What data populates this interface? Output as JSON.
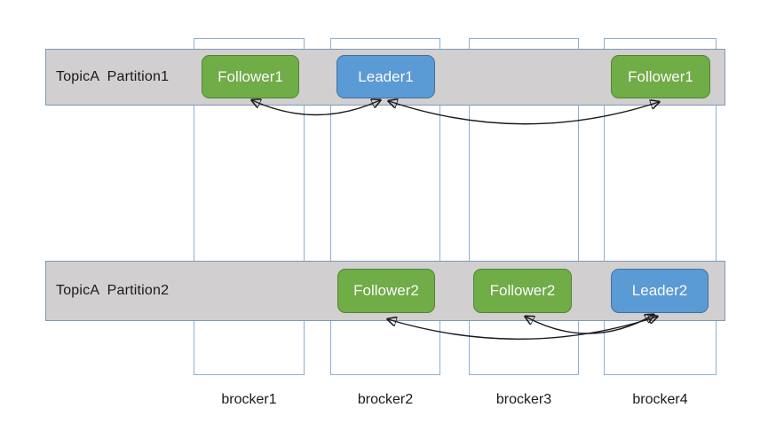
{
  "diagram": {
    "partitions": [
      {
        "label": "TopicA  Partition1"
      },
      {
        "label": "TopicA  Partition2"
      }
    ],
    "brokers": [
      {
        "label": "brocker1"
      },
      {
        "label": "brocker2"
      },
      {
        "label": "brocker3"
      },
      {
        "label": "brocker4"
      }
    ],
    "replicas": [
      {
        "label": "Follower1",
        "role": "follower",
        "partition": "TopicA Partition1",
        "broker": "brocker1"
      },
      {
        "label": "Leader1",
        "role": "leader",
        "partition": "TopicA Partition1",
        "broker": "brocker2"
      },
      {
        "label": "Follower1",
        "role": "follower",
        "partition": "TopicA Partition1",
        "broker": "brocker4"
      },
      {
        "label": "Follower2",
        "role": "follower",
        "partition": "TopicA Partition2",
        "broker": "brocker2"
      },
      {
        "label": "Follower2",
        "role": "follower",
        "partition": "TopicA Partition2",
        "broker": "brocker3"
      },
      {
        "label": "Leader2",
        "role": "leader",
        "partition": "TopicA Partition2",
        "broker": "brocker4"
      }
    ],
    "sync_arrows": [
      {
        "from": "Follower1@brocker1",
        "to": "Leader1@brocker2",
        "bidirectional": true
      },
      {
        "from": "Leader1@brocker2",
        "to": "Follower1@brocker4",
        "bidirectional": true
      },
      {
        "from": "Follower2@brocker2",
        "to": "Leader2@brocker4",
        "bidirectional": true
      },
      {
        "from": "Follower2@brocker3",
        "to": "Leader2@brocker4",
        "bidirectional": true
      }
    ],
    "colors": {
      "follower_fill": "#70AD47",
      "follower_border": "#548235",
      "leader_fill": "#5B9BD5",
      "leader_border": "#41719C",
      "band_fill": "#D1CFCF",
      "band_border": "#7E99B5",
      "broker_border": "#8FAFD0",
      "arrow": "#1A1A1A",
      "label_text": "#1A1A1A",
      "replica_text": "#FFFFFF",
      "background": "#FFFFFF"
    }
  }
}
